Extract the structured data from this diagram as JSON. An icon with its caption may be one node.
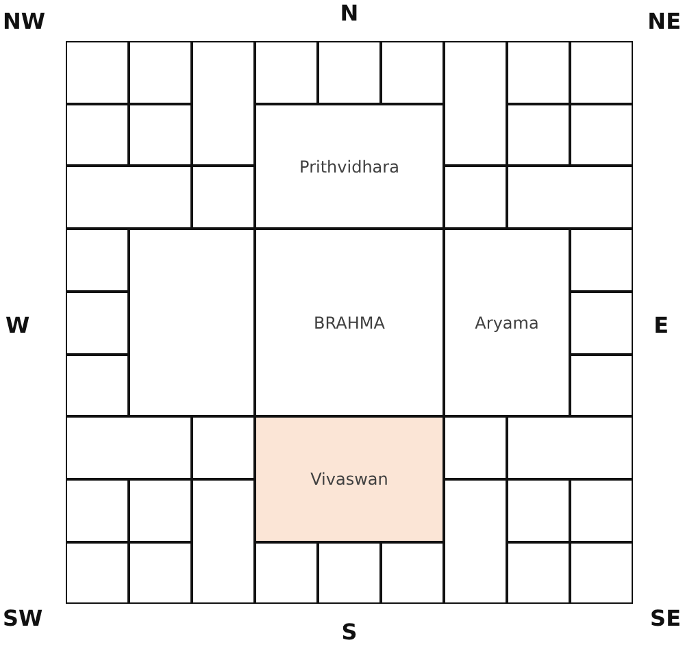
{
  "diagram": {
    "nodes": [
      {
        "text": [],
        "shape": "box"
      },
      {
        "text": [],
        "shape": "box"
      },
      {
        "text": [],
        "shape": "box"
      },
      {
        "text": [],
        "shape": "box"
      },
      {
        "text": [],
        "shape": "box"
      },
      {
        "text": [],
        "shape": "box"
      },
      {
        "text": [],
        "shape": "box"
      },
      {
        "text": [],
        "shape": "box"
      },
      {
        "text": [],
        "shape": "box"
      },
      {
        "text": [],
        "shape": "box"
      },
      {
        "text": [],
        "shape": "box"
      },
      {
        "text": [
          "Prithvidhara"
        ]
      },
      {
        "text": [],
        "shape": "box"
      },
      {
        "text": [],
        "shape": "box"
      },
      {
        "text": [],
        "shape": "box"
      },
      {
        "text": [],
        "shape": "box"
      },
      {
        "text": [],
        "shape": "box"
      },
      {
        "text": [],
        "shape": "box"
      },
      {
        "text": [],
        "shape": "box"
      },
      {
        "text": [],
        "shape": "box"
      },
      {
        "text": [
          "BRAHMA"
        ]
      },
      {
        "text": [
          "Aryama"
        ]
      },
      {
        "text": [],
        "shape": "box"
      },
      {
        "text": [],
        "shape": "box"
      },
      {
        "text": [],
        "shape": "box"
      },
      {
        "text": [],
        "shape": "box"
      },
      {
        "text": [],
        "shape": "box"
      },
      {
        "text": [],
        "shape": "box"
      },
      {
        "text": [],
        "shape": "box"
      },
      {
        "text": [
          "Vivaswan"
        ]
      },
      {
        "text": [],
        "shape": "box"
      },
      {
        "text": [],
        "shape": "box"
      },
      {
        "text": [],
        "shape": "box"
      },
      {
        "text": [],
        "shape": "box"
      },
      {
        "text": [],
        "shape": "box"
      },
      {
        "text": [],
        "shape": "box"
      },
      {
        "text": [],
        "shape": "box"
      },
      {
        "text": [],
        "shape": "box"
      },
      {
        "text": [],
        "shape": "box"
      },
      {
        "text": [],
        "shape": "box"
      },
      {
        "text": [],
        "shape": "box"
      },
      {
        "text": [],
        "shape": "box"
      },
      {
        "text": [],
        "shape": "box"
      },
      {
        "text": [],
        "shape": "box"
      },
      {
        "text": [],
        "shape": "box"
      }
    ],
    "labels": [
      "NW",
      "N",
      "NE",
      "W",
      "E",
      "SW",
      "S",
      "SE"
    ]
  }
}
